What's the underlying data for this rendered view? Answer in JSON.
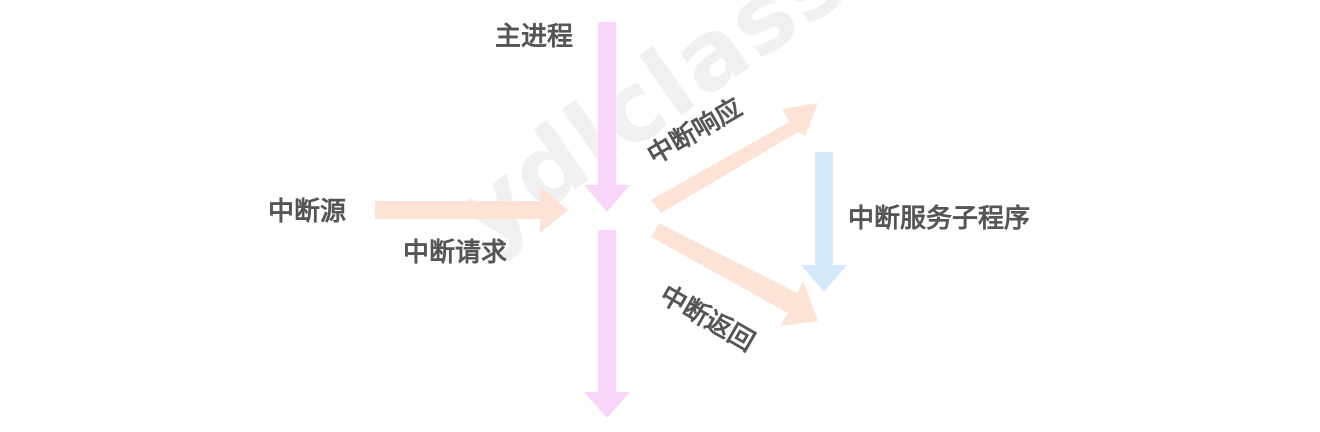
{
  "diagram": {
    "watermark": "ydlclass.com",
    "labels": {
      "main_process": "主进程",
      "interrupt_source": "中断源",
      "interrupt_request": "中断请求",
      "interrupt_response": "中断响应",
      "interrupt_service_routine": "中断服务子程序",
      "interrupt_return": "中断返回"
    },
    "colors": {
      "main_process_arrow": "#f7d6fa",
      "interrupt_arrow": "#fde3d6",
      "service_arrow": "#d6e8fc",
      "label_text": "#555555",
      "watermark": "#eeeeee"
    }
  }
}
